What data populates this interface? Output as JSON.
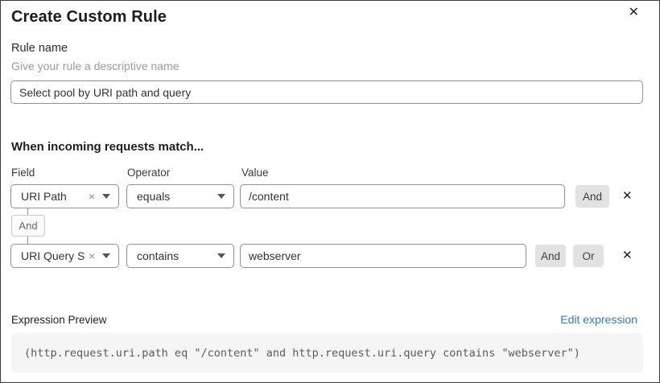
{
  "dialog": {
    "title": "Create Custom Rule"
  },
  "icons": {
    "close": "✕",
    "clear": "×",
    "remove": "✕"
  },
  "rule_name": {
    "label": "Rule name",
    "hint": "Give your rule a descriptive name",
    "value": "Select pool by URI path and query"
  },
  "matcher": {
    "heading": "When incoming requests match...",
    "columns": {
      "field": "Field",
      "operator": "Operator",
      "value": "Value"
    },
    "rows": [
      {
        "field": "URI Path",
        "operator": "equals",
        "value": "/content",
        "buttons": [
          "And"
        ]
      },
      {
        "field": "URI Query St...",
        "operator": "contains",
        "value": "webserver",
        "buttons": [
          "And",
          "Or"
        ]
      }
    ],
    "connector_label": "And"
  },
  "expression": {
    "label": "Expression Preview",
    "edit_link": "Edit expression",
    "code": "(http.request.uri.path eq \"/content\" and http.request.uri.query contains \"webserver\")"
  },
  "colors": {
    "link_blue": "#2e7cb8",
    "button_gray": "#e2e2e2",
    "code_background": "#f5f5f5",
    "input_border": "#919191",
    "dialog_border": "#3c3c3c"
  }
}
